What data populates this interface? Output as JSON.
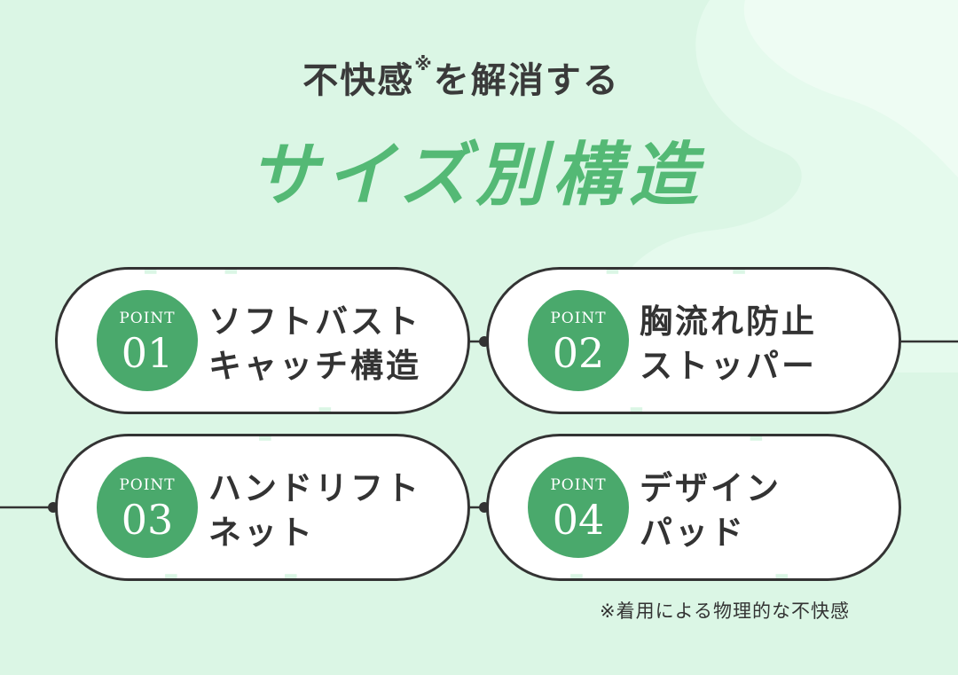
{
  "heading": {
    "sub_before": "不快感",
    "sub_mark": "※",
    "sub_after": "を解消する",
    "main": "サイズ別構造"
  },
  "points": [
    {
      "label": "POINT",
      "number": "01",
      "line1": "ソフトバスト",
      "line2": "キャッチ構造"
    },
    {
      "label": "POINT",
      "number": "02",
      "line1": "胸流れ防止",
      "line2": "ストッパー"
    },
    {
      "label": "POINT",
      "number": "03",
      "line1": "ハンドリフト",
      "line2": "ネット"
    },
    {
      "label": "POINT",
      "number": "04",
      "line1": "デザイン",
      "line2": "パッド"
    }
  ],
  "footnote": "※着用による物理的な不快感",
  "colors": {
    "accent": "#54b975",
    "badge": "#4aa96c",
    "background": "#dbf6e5",
    "outline": "#333333"
  }
}
